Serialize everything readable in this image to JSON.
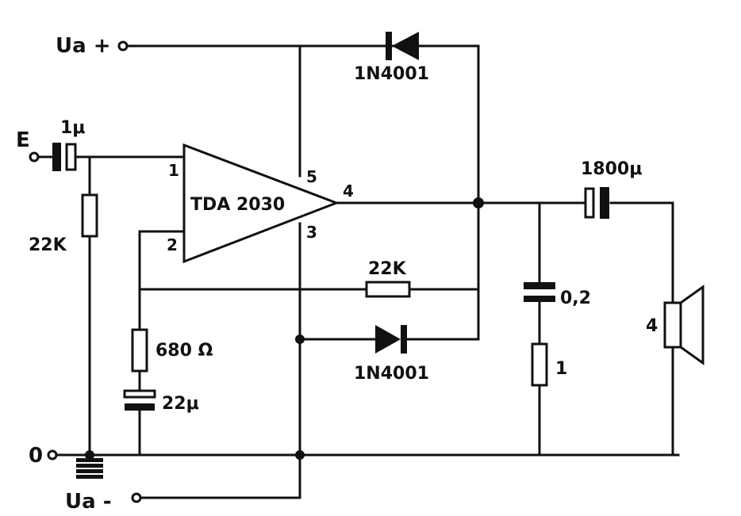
{
  "terminals": {
    "supply_positive": "Ua +",
    "supply_negative": "Ua -",
    "input": "E",
    "ground": "0"
  },
  "ic": {
    "name": "TDA 2030",
    "pins": {
      "in_plus": "1",
      "in_minus": "2",
      "neg_supply": "3",
      "output": "4",
      "pos_supply": "5"
    }
  },
  "components": {
    "input_cap": "1μ",
    "input_resistor": "22K",
    "feedback_resistor": "22K",
    "feedback_r2": "680 Ω",
    "feedback_cap": "22μ",
    "diode_top": "1N4001",
    "diode_bottom": "1N4001",
    "output_cap": "1800μ",
    "zobel_cap": "0,2",
    "zobel_resistor": "1",
    "speaker": "4"
  }
}
